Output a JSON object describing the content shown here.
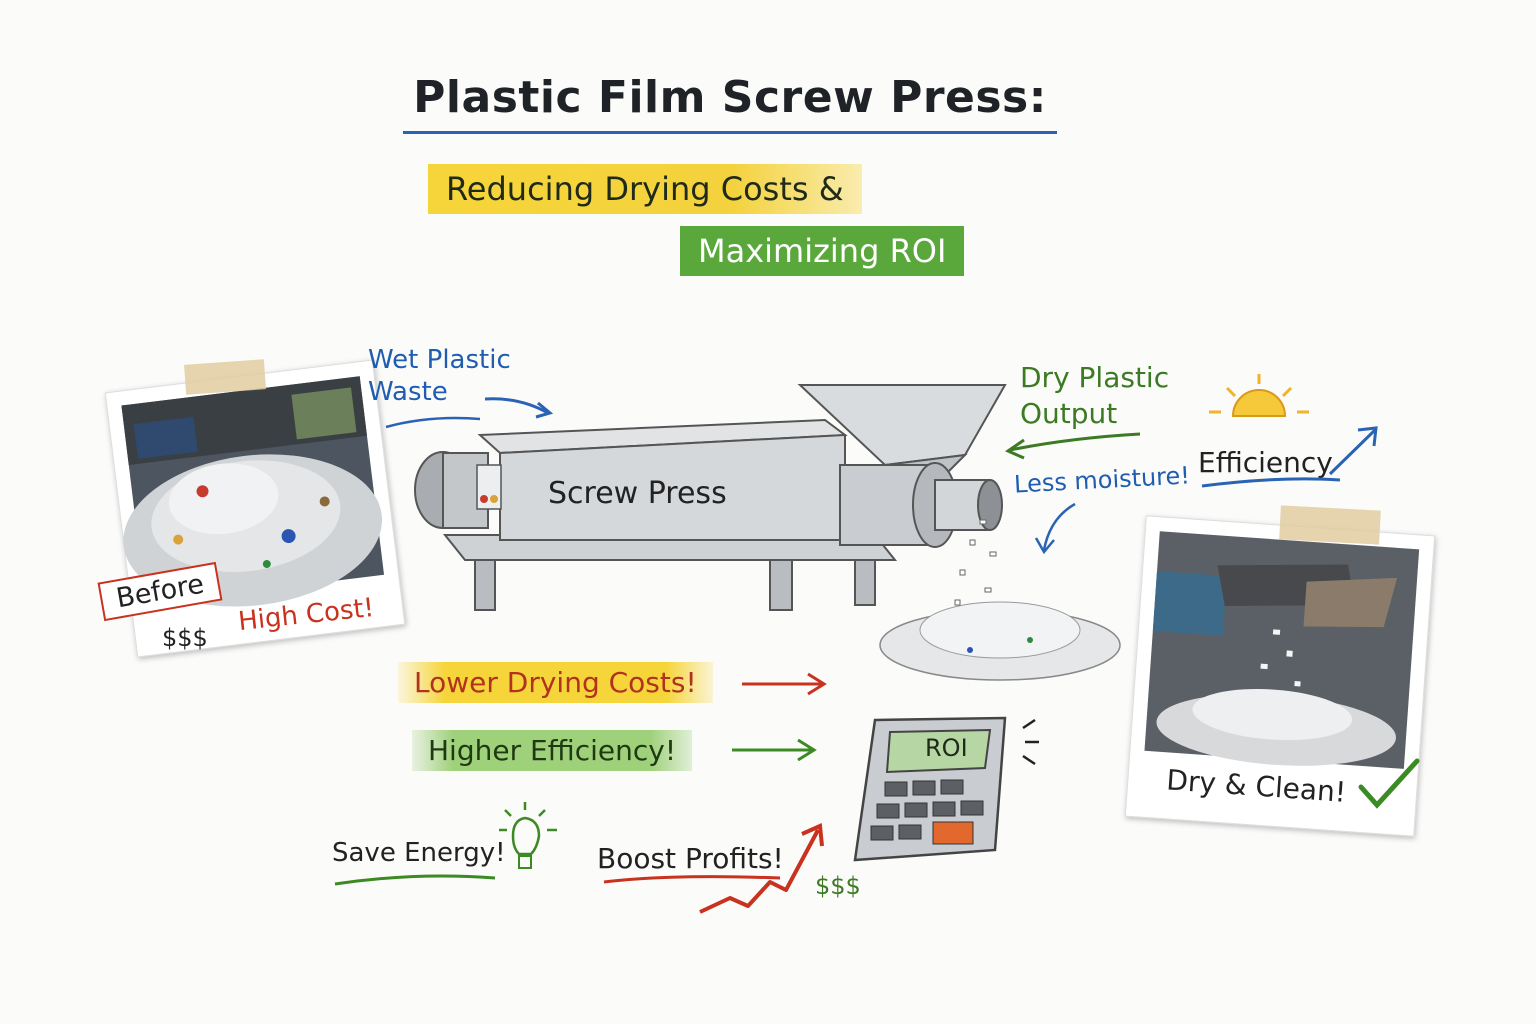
{
  "title": "Plastic Film Screw Press:",
  "subtitle_line1": "Reducing Drying Costs &",
  "subtitle_line2": "Maximizing ROI",
  "labels": {
    "wet_plastic": "Wet Plastic Waste",
    "dry_plastic": "Dry Plastic Output",
    "less_moisture": "Less moisture!",
    "efficiency": "Efficiency",
    "screw_press": "Screw Press",
    "before": "Before",
    "before_cost": "$$$",
    "high_cost": "High Cost!",
    "dry_clean": "Dry & Clean!",
    "lower_drying": "Lower Drying Costs!",
    "higher_eff": "Higher Efficiency!",
    "save_energy": "Save Energy!",
    "boost_profits": "Boost Profits!",
    "profit_dollars": "$$$",
    "calculator_display": "ROI"
  },
  "colors": {
    "yellow": "#f6d53a",
    "green": "#5aa73c",
    "blue": "#2a63b4",
    "red": "#c8321e"
  }
}
